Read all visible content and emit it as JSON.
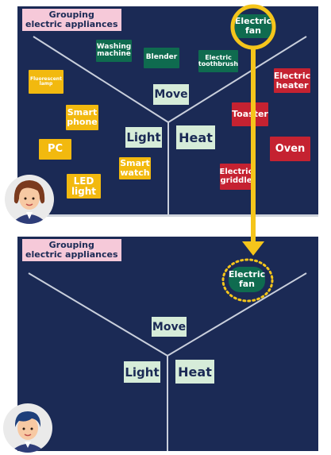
{
  "title": "Grouping\nelectric appliances",
  "categories": {
    "move": "Move",
    "light": "Light",
    "heat": "Heat"
  },
  "light_items": {
    "fluorescent": "Fluorescent\nlamp",
    "smartphone": "Smart\nphone",
    "pc": "PC",
    "led": "LED\nlight",
    "smartwatch": "Smart\nwatch"
  },
  "move_items": {
    "washing": "Washing\nmachine",
    "blender": "Blender",
    "toothbrush": "Electric\ntoothbrush",
    "fan": "Electric\nfan"
  },
  "heat_items": {
    "heater": "Electric\nheater",
    "toaster": "Toaster",
    "oven": "Oven",
    "griddle": "Electric\ngriddle"
  },
  "colors": {
    "panel": "#1b2a55",
    "light_group": "#f2b90f",
    "move_group": "#0f6b4f",
    "heat_group": "#c52231",
    "highlight": "#f5c51b"
  }
}
